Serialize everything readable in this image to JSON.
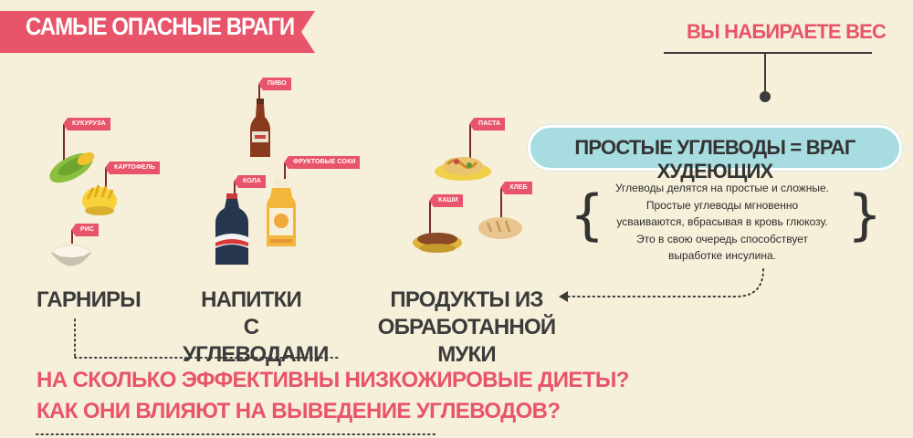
{
  "ribbon": {
    "title": "САМЫЕ ОПАСНЫЕ ВРАГИ"
  },
  "weight": {
    "title": "ВЫ НАБИРАЕТЕ ВЕС"
  },
  "pill": {
    "text": "ПРОСТЫЕ УГЛЕВОДЫ = ВРАГ ХУДЕЮЩИХ"
  },
  "explain": {
    "line1": "Углеводы делятся на простые и сложные.",
    "line2": "Простые углеводы мгновенно",
    "line3": "усваиваются, вбрасывая в кровь глюкозу.",
    "line4": "Это в свою очередь способствует",
    "line5": "выработке инсулина."
  },
  "groups": {
    "garniry": {
      "line1": "ГАРНИРЫ"
    },
    "napitki": {
      "line1": "НАПИТКИ",
      "line2": "С УГЛЕВОДАМИ"
    },
    "muka": {
      "line1": "ПРОДУКТЫ ИЗ",
      "line2": "ОБРАБОТАННОЙ МУКИ"
    }
  },
  "flags": {
    "kukuruza": "КУКУРУЗА",
    "kartofel": "КАРТОФЕЛЬ",
    "ris": "РИС",
    "pivo": "ПИВО",
    "kola": "КОЛА",
    "soki": "ФРУКТОВЫЕ СОКИ",
    "pasta": "ПАСТА",
    "kashi": "КАШИ",
    "hleb": "ХЛЕБ"
  },
  "question": {
    "line1": "НА СКОЛЬКО ЭФФЕКТИВНЫ НИЗКОЖИРОВЫЕ ДИЕТЫ?",
    "line2": "КАК ОНИ ВЛИЯЮТ НА ВЫВЕДЕНИЕ УГЛЕВОДОВ?"
  },
  "colors": {
    "background": "#f6efd9",
    "accent": "#e8546a",
    "pill": "#a7dde0",
    "text": "#3b3b3b"
  }
}
